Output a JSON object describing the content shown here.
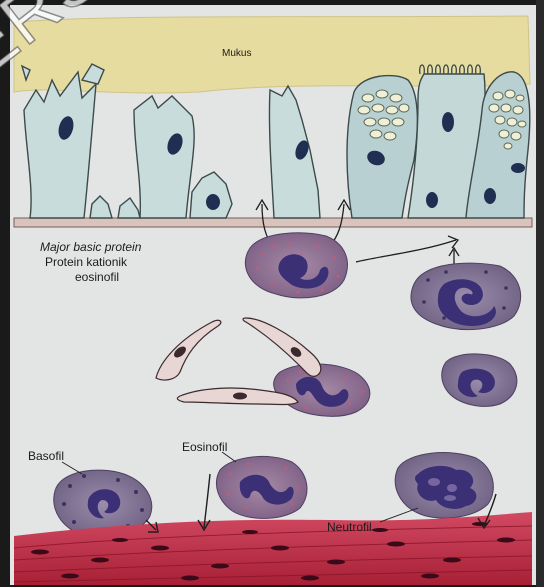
{
  "labels": {
    "mukus": "Mukus",
    "mbp": "Major basic protein",
    "protein_kationik": "Protein kationik",
    "eosinofil_sub": "eosinofil",
    "basofil": "Basofil",
    "eosinofil": "Eosinofil",
    "neutrofil": "Neutrofil"
  },
  "watermark": "ERSIT",
  "colors": {
    "mucus": "#e6dca0",
    "epithelium": "#c9dcdc",
    "nucleus": "#1e2f52",
    "granulocyte": "#7a6a8c",
    "cell_nucleus": "#3b2f75",
    "muscle": "#c0304a",
    "background": "#e4e6e6"
  }
}
